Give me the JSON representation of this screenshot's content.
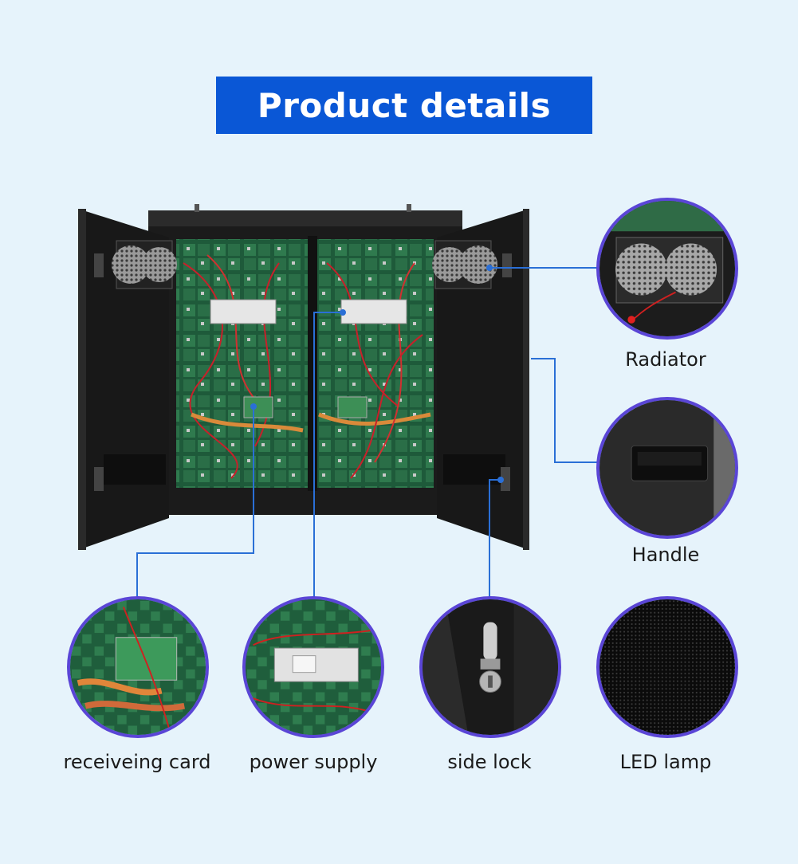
{
  "title": "Product details",
  "colors": {
    "background": "#e6f3fb",
    "banner": "#0a57d6",
    "callout_line": "#2a6fd6",
    "circle_border": "#5a45d6"
  },
  "callouts": {
    "radiator": "Radiator",
    "handle": "Handle",
    "receiving_card": "receiveing card",
    "power_supply": "power supply",
    "side_lock": "side lock",
    "led_lamp": "LED lamp"
  }
}
